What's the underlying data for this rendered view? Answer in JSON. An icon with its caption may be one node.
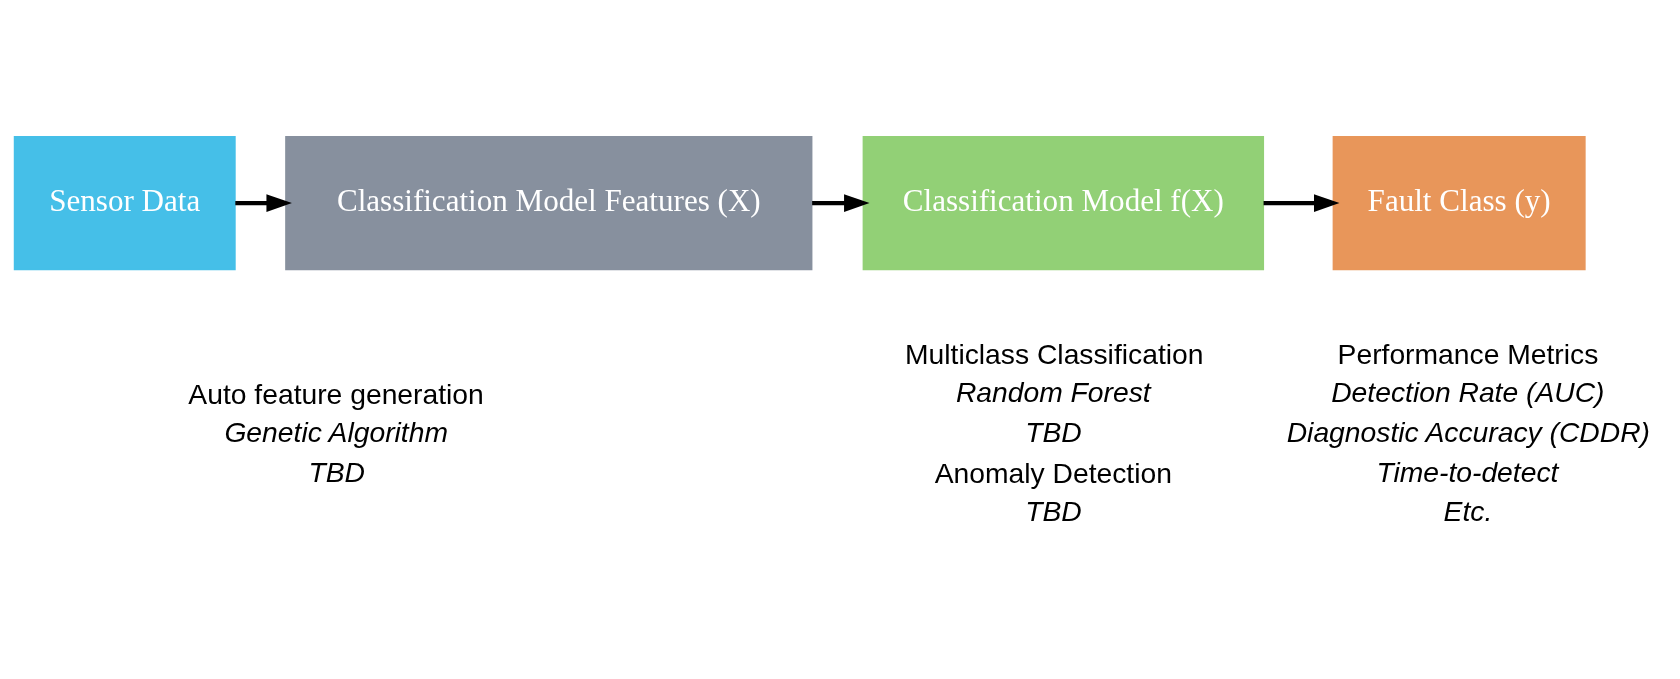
{
  "diagram": {
    "nodes": [
      {
        "text": [
          "Sensor Data"
        ]
      },
      {
        "text": [
          "Classification Model Features (X)"
        ]
      },
      {
        "text": [
          "Classification Model f(X)"
        ]
      },
      {
        "text": [
          "Fault Class (y)"
        ]
      }
    ],
    "edges": [
      {
        "from": 0,
        "to": 1,
        "arrow": "to"
      },
      {
        "from": 1,
        "to": 2,
        "arrow": "to"
      },
      {
        "from": 2,
        "to": 3,
        "arrow": "to"
      }
    ],
    "labels": [
      "Auto feature generation",
      "Genetic Algorithm",
      "TBD",
      "Multiclass Classification",
      "Random Forest",
      "TBD",
      "Anomaly Detection",
      "TBD",
      "Performance Metrics",
      "Detection Rate (AUC)",
      "Diagnostic Accuracy (CDDR)",
      "Time-to-detect",
      "Etc."
    ]
  }
}
